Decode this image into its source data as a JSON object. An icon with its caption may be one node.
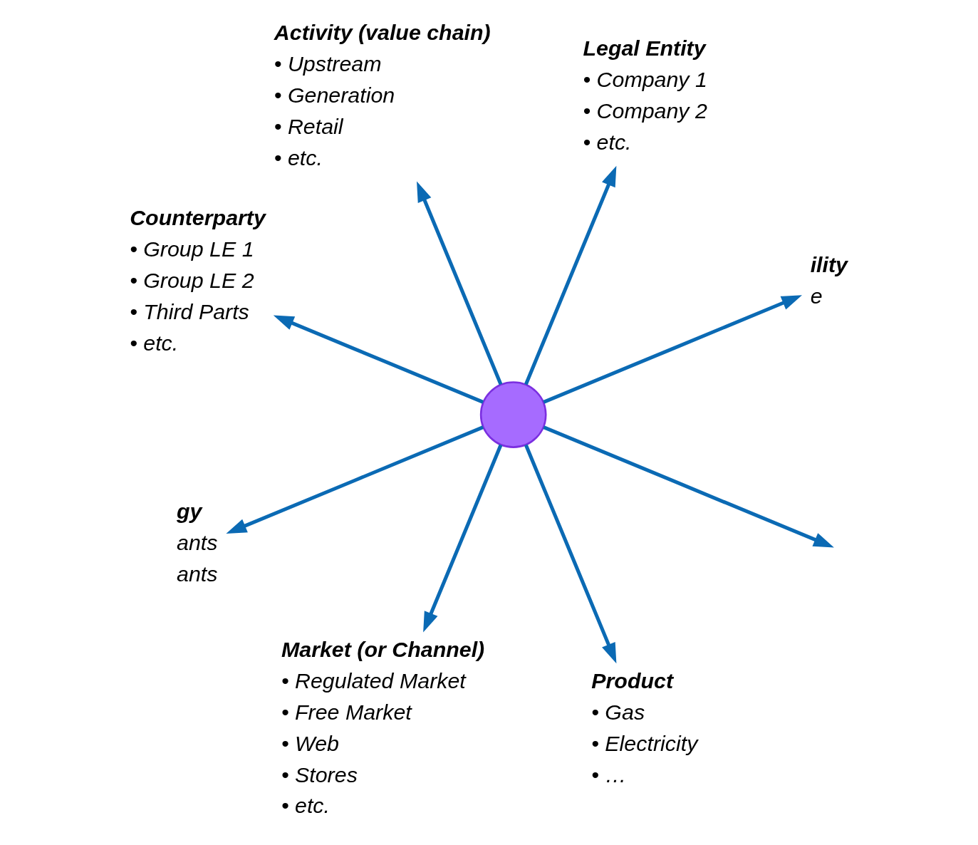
{
  "diagram": {
    "nodes": [
      {
        "text": [
          "ility",
          "e"
        ]
      },
      {
        "text": [
          "Legal Entity",
          "• Company 1",
          "• Company 2",
          "• etc."
        ]
      },
      {
        "text": [
          "Activity (value chain)",
          "• Upstream",
          "• Generation",
          "• Retail",
          "• etc."
        ]
      },
      {
        "text": [
          "Counterparty",
          "• Group LE 1",
          "• Group LE 2",
          "• Third Parts",
          "• etc."
        ]
      },
      {
        "text": [],
        "shape": "circle"
      },
      {
        "text": [
          "gy",
          "ants",
          "ants"
        ]
      },
      {
        "text": [
          "Market (or Channel)",
          "• Regulated Market",
          "• Free Market",
          "• Web",
          "• Stores",
          "• etc."
        ]
      },
      {
        "text": [
          "Product",
          "• Gas",
          "• Electricity",
          "• …"
        ]
      }
    ],
    "edges": [
      {
        "from": 4,
        "to": 0,
        "arrow": "to"
      },
      {
        "from": 4,
        "to": 1,
        "arrow": "to"
      },
      {
        "from": 4,
        "to": 2,
        "arrow": "to"
      },
      {
        "from": 4,
        "to": 3,
        "arrow": "to"
      },
      {
        "from": 4,
        "to": 6,
        "arrow": "to"
      },
      {
        "from": 4,
        "to": 7,
        "arrow": "to"
      },
      {
        "from": 4,
        "to": 5,
        "arrow": "to"
      },
      {
        "from": 4,
        "to": null,
        "arrow": "to"
      }
    ]
  }
}
